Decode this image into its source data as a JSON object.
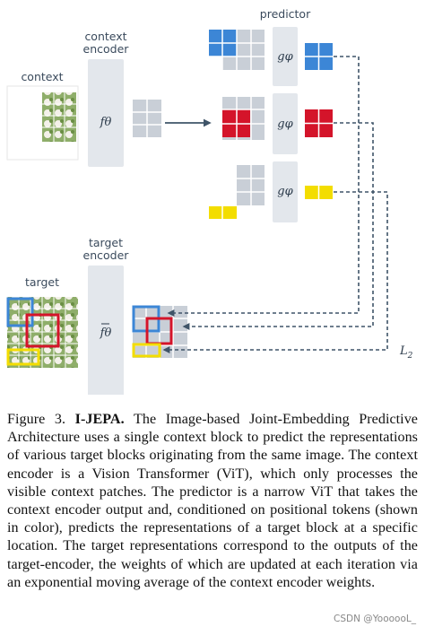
{
  "figure": {
    "labels": {
      "predictor": "predictor",
      "context_encoder_1": "context",
      "context_encoder_2": "encoder",
      "context": "context",
      "target_encoder_1": "target",
      "target_encoder_2": "encoder",
      "target": "target",
      "f_theta": "fθ",
      "f_theta_bar": "fθ",
      "g_phi": "gφ",
      "loss": "L",
      "loss_sub": "2"
    },
    "colors": {
      "blue": "#3c86d6",
      "red": "#d4142a",
      "yellow": "#f3dd00",
      "encoder_fill": "#e3e7ec",
      "patch_fill": "#c9cfd7",
      "arrow": "#3f5468"
    }
  },
  "caption": {
    "label": "Figure 3.",
    "title": "I-JEPA.",
    "body": "The Image-based Joint-Embedding Predictive Architecture uses a single context block to predict the representations of various target blocks originating from the same image. The context encoder is a Vision Transformer (ViT), which only processes the visible context patches. The predictor is a narrow ViT that takes the context encoder output and, conditioned on positional tokens (shown in color), predicts the representations of a target block at a specific location. The target representations correspond to the outputs of the target-encoder, the weights of which are updated at each iteration via an exponential moving average of the context encoder weights."
  },
  "watermark": "CSDN @YoooooL_"
}
